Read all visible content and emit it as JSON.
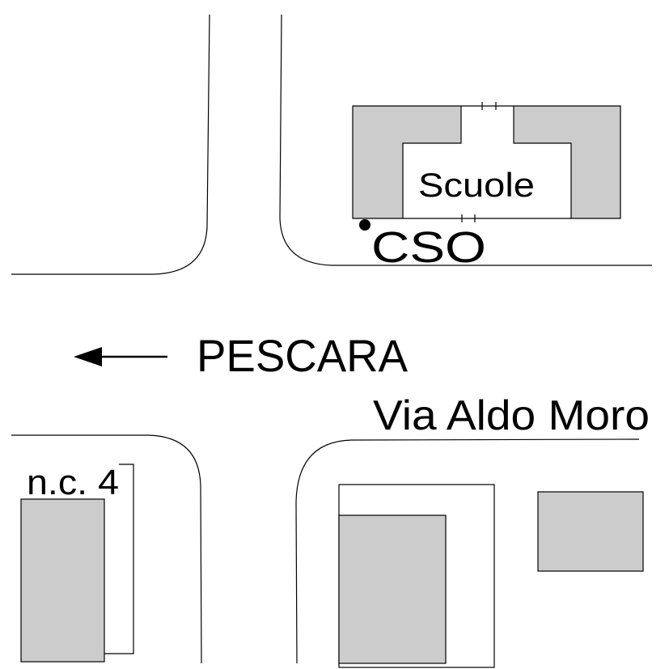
{
  "map": {
    "labels": {
      "school": "Scuole",
      "point": "CSO",
      "direction": "PESCARA",
      "street": "Via Aldo Moro",
      "parcel": "n.c. 4"
    },
    "colors": {
      "building_fill": "#cccccc",
      "line": "#000000",
      "background": "#ffffff"
    },
    "icons": {
      "direction_arrow": "arrow-left-icon",
      "point_marker": "point-marker-icon"
    }
  }
}
